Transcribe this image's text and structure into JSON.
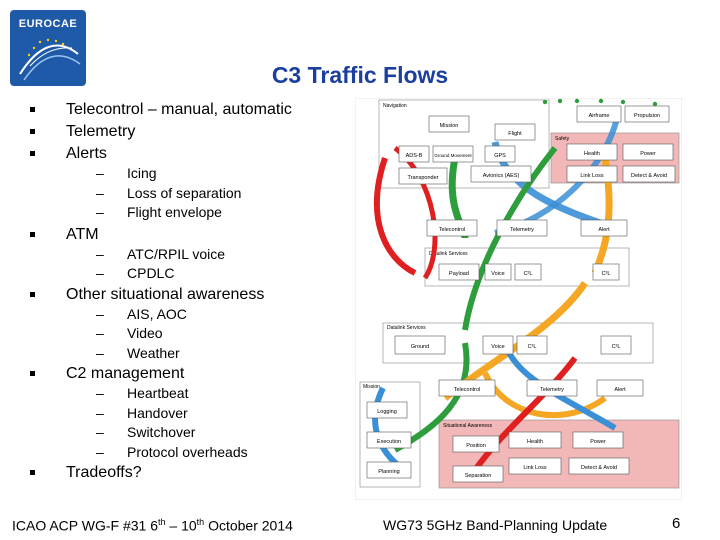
{
  "logo": {
    "text": "EUROCAE"
  },
  "title": "C3 Traffic Flows",
  "bullets": [
    {
      "label": "Telecontrol – manual, automatic",
      "sub": []
    },
    {
      "label": "Telemetry",
      "sub": []
    },
    {
      "label": "Alerts",
      "sub": [
        "Icing",
        "Loss of separation",
        "Flight envelope"
      ]
    },
    {
      "label": "ATM",
      "sub": [
        "ATC/RPIL voice",
        "CPDLC"
      ]
    },
    {
      "label": "Other situational awareness",
      "sub": [
        "AIS, AOC",
        "Video",
        "Weather"
      ]
    },
    {
      "label": "C2 management",
      "sub": [
        "Heartbeat",
        "Handover",
        "Switchover",
        "Protocol overheads"
      ]
    },
    {
      "label": "Tradeoffs?",
      "sub": []
    }
  ],
  "diagram": {
    "sections": {
      "navigation": "Navigation",
      "safety": "Safety",
      "datalink_services_top": "Datalink Services",
      "datalink_services_bottom": "Datalink Services",
      "mission": "Mission",
      "situational_awareness": "Situational Awareness"
    },
    "boxes": {
      "airframe": "Airframe",
      "propulsion": "Propulsion",
      "mission_top": "Mission",
      "flight": "Flight",
      "ads_b": "ADS-B",
      "ground_movement": "Ground Movement",
      "gps": "GPS",
      "transponder": "Transponder",
      "avionics": "Avionics (AES)",
      "health_top": "Health",
      "power_top": "Power",
      "link_loss_top": "Link Loss",
      "detect_avoid_top": "Detect & Avoid",
      "telecontrol_top": "Telecontrol",
      "telemetry_top": "Telemetry",
      "alert_top": "Alert",
      "payload": "Payload",
      "voice_top": "Voice",
      "c2_top": "C²L",
      "c3_top": "C³L",
      "ground": "Ground",
      "voice_bottom": "Voice",
      "c2_bottom": "C²L",
      "c3_bottom": "C³L",
      "telecontrol_bottom": "Telecontrol",
      "telemetry_bottom": "Telemetry",
      "alert_bottom": "Alert",
      "logging": "Logging",
      "execution": "Execution",
      "position": "Position",
      "health_bottom": "Health",
      "power_bottom": "Power",
      "link_loss_bottom": "Link Loss",
      "detect_avoid_bottom": "Detect & Avoid",
      "planning": "Planning",
      "separation": "Separation"
    }
  },
  "footer": {
    "left_a": "ICAO ACP WG-F #31 6",
    "left_sup1": "th",
    "left_b": " – 10",
    "left_sup2": "th",
    "left_c": " October 2014",
    "mid": "WG73 5GHz Band-Planning Update",
    "page": "6"
  }
}
